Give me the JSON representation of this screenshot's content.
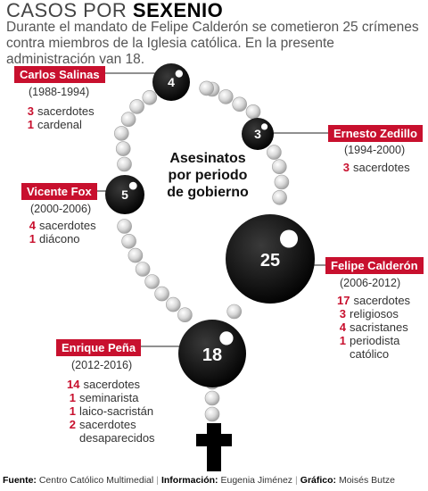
{
  "header": {
    "title_part1": "CASOS POR ",
    "title_part2": "SEXENIO",
    "subtitle": "Durante el mandato de Felipe Calderón se cometieron 25 crímenes contra miembros de la Iglesia católica. En la presente administración van 18."
  },
  "colors": {
    "accent": "#c8102e",
    "bead": "#d4d4d4",
    "big_bead": "#111111",
    "text": "#333333"
  },
  "chart_data": {
    "type": "pictogram",
    "title": "Asesinatos por periodo de gobierno",
    "presidents": [
      {
        "name": "Carlos Salinas",
        "period": "(1988-1994)",
        "total": 4,
        "victims": [
          {
            "count": "3",
            "label": "sacerdotes"
          },
          {
            "count": "1",
            "label": "cardenal"
          }
        ]
      },
      {
        "name": "Ernesto Zedillo",
        "period": "(1994-2000)",
        "total": 3,
        "victims": [
          {
            "count": "3",
            "label": "sacerdotes"
          }
        ]
      },
      {
        "name": "Vicente Fox",
        "period": "(2000-2006)",
        "total": 5,
        "victims": [
          {
            "count": "4",
            "label": "sacerdotes"
          },
          {
            "count": "1",
            "label": "diácono"
          }
        ]
      },
      {
        "name": "Felipe Calderón",
        "period": "(2006-2012)",
        "total": 25,
        "victims": [
          {
            "count": "17",
            "label": "sacerdotes"
          },
          {
            "count": "3",
            "label": "religiosos"
          },
          {
            "count": "4",
            "label": "sacristanes"
          },
          {
            "count": "1",
            "label": "periodista\ncatólico"
          }
        ]
      },
      {
        "name": "Enrique Peña",
        "period": "(2012-2016)",
        "total": 18,
        "victims": [
          {
            "count": "14",
            "label": "sacerdotes"
          },
          {
            "count": "1",
            "label": "seminarista"
          },
          {
            "count": "1",
            "label": "laico-sacristán"
          },
          {
            "count": "2",
            "label": "sacerdotes\ndesaparecidos"
          }
        ]
      }
    ]
  },
  "footer": {
    "source_label": "Fuente:",
    "source": "Centro Católico Multimedial",
    "info_label": "Información:",
    "info": "Eugenia Jiménez",
    "graphic_label": "Gráfico:",
    "graphic": "Moisés Butze"
  }
}
